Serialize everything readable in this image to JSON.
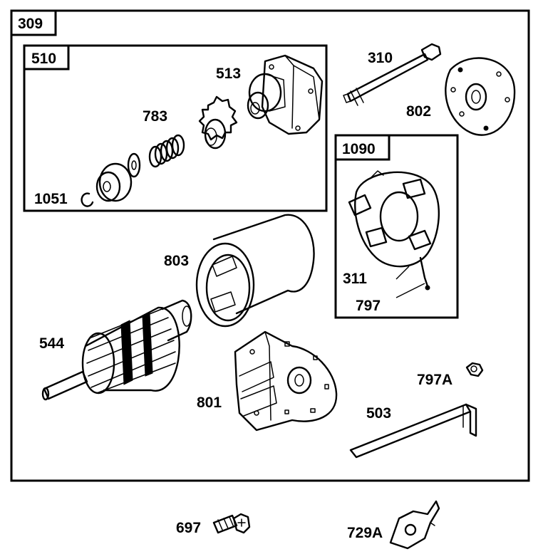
{
  "diagram": {
    "assembly_label": "309",
    "subassembly_1_label": "510",
    "subassembly_2_label": "1090",
    "parts": {
      "p310": "310",
      "p513": "513",
      "p783": "783",
      "p802": "802",
      "p1051": "1051",
      "p803": "803",
      "p311": "311",
      "p797": "797",
      "p544": "544",
      "p797a": "797A",
      "p801": "801",
      "p503": "503",
      "p697": "697",
      "p729a": "729A"
    }
  }
}
